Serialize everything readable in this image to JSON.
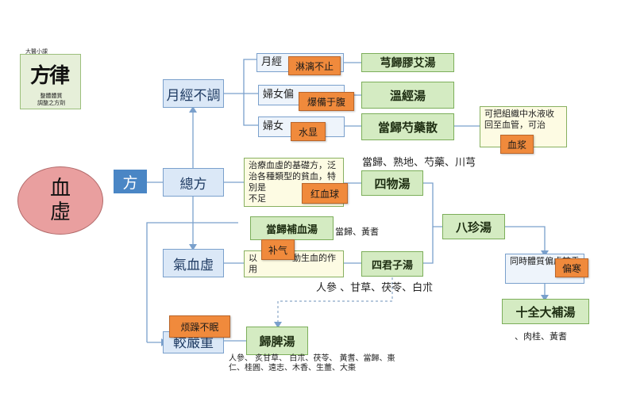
{
  "logo": {
    "top_text": "大醫小課",
    "calligraphy": "方律",
    "caption_line1": "整體體質",
    "caption_line2": "調整之方劑"
  },
  "root": "血虛",
  "fang": "方",
  "categories": {
    "menstrual": "月經不調",
    "general": "總方",
    "qi_blood": "氣血虛",
    "severe": "較嚴重"
  },
  "menstrual_items": [
    "月經",
    "婦女偏",
    "婦女"
  ],
  "formulas": {
    "xiong_gui": "芎歸膠艾湯",
    "wen_jing": "溫經湯",
    "dang_gui_shao": "當歸芍藥散",
    "si_wu": "四物湯",
    "dang_gui_bu_xue": "當歸補血湯",
    "ba_zhen": "八珍湯",
    "si_jun": "四君子湯",
    "gui_pi": "歸脾湯",
    "shi_quan": "十全大補湯"
  },
  "notes": {
    "plasma_note": "可把組織中水液收回至血管，可治",
    "general_note": "治療血虛的基礎方，泛治各種類型的貧血，特別是\n不足",
    "qi_note": "以　　　　動生血的作用",
    "shi_quan_note": "同時體質偏虛較重"
  },
  "ingredients": {
    "si_wu": "當歸、熟地、芍藥、川芎",
    "dang_gui_bu_xue": "當歸、黃耆",
    "si_jun": "人參 、甘草、茯苓、白朮",
    "shi_quan": "、肉桂、黃耆",
    "gui_pi": "人參、 炙甘草、 白朮、茯苓、 黃耆、當歸、棗仁、桂圓、遠志、木香、生薑、大棗"
  },
  "overlays": [
    "淋漓不止",
    "爆備于腹",
    "水显",
    "血浆",
    "红血球",
    "补气",
    "偏寒",
    "烦躁不眠"
  ]
}
